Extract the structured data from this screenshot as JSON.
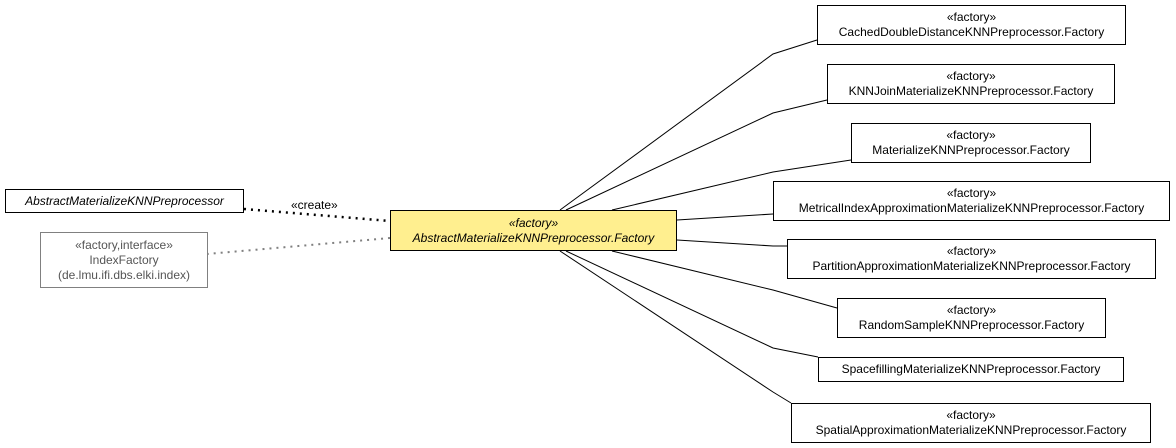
{
  "focus": {
    "stereotype": "«factory»",
    "name": "AbstractMaterializeKNNPreprocessor.Factory"
  },
  "creator": {
    "name": "AbstractMaterializeKNNPreprocessor"
  },
  "create_label": "«create»",
  "interface": {
    "stereotype": "«factory,interface»",
    "name": "IndexFactory",
    "package": "(de.lmu.ifi.dbs.elki.index)"
  },
  "subclasses": [
    {
      "stereotype": "«factory»",
      "name": "CachedDoubleDistanceKNNPreprocessor.Factory"
    },
    {
      "stereotype": "«factory»",
      "name": "KNNJoinMaterializeKNNPreprocessor.Factory"
    },
    {
      "stereotype": "«factory»",
      "name": "MaterializeKNNPreprocessor.Factory"
    },
    {
      "stereotype": "«factory»",
      "name": "MetricalIndexApproximationMaterializeKNNPreprocessor.Factory"
    },
    {
      "stereotype": "«factory»",
      "name": "PartitionApproximationMaterializeKNNPreprocessor.Factory"
    },
    {
      "stereotype": "«factory»",
      "name": "RandomSampleKNNPreprocessor.Factory"
    },
    {
      "stereotype": "",
      "name": "SpacefillingMaterializeKNNPreprocessor.Factory"
    },
    {
      "stereotype": "«factory»",
      "name": "SpatialApproximationMaterializeKNNPreprocessor.Factory"
    }
  ]
}
